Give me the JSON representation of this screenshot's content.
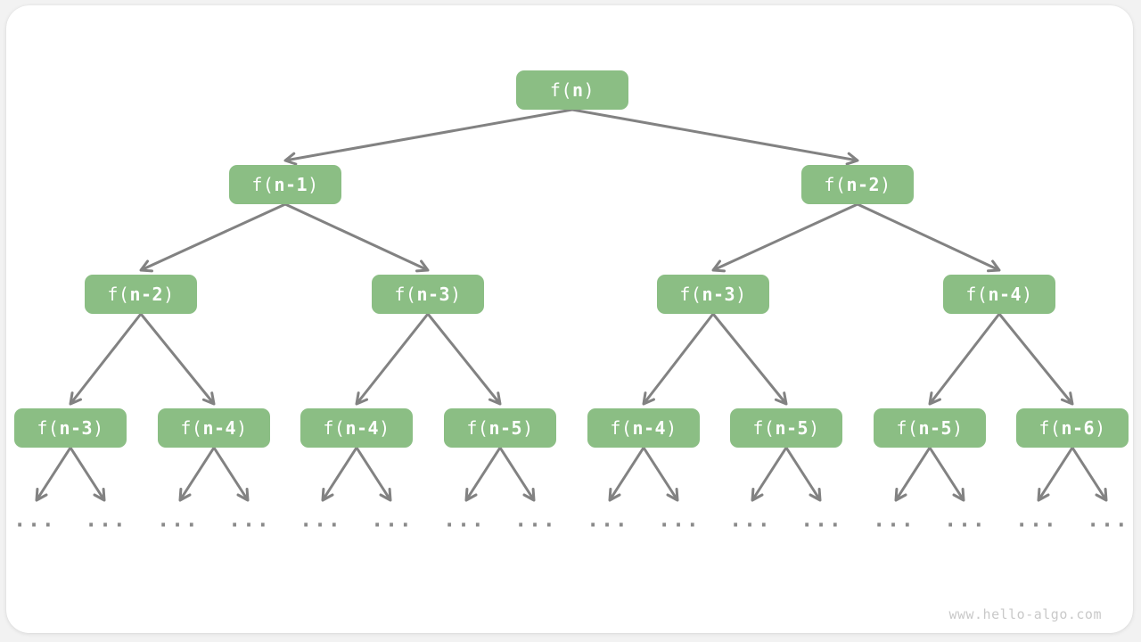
{
  "diagram": {
    "watermark": "www.hello-algo.com",
    "ellipsis": "...",
    "colors": {
      "page_background": "#F2F2F2",
      "canvas": "#FFFFFF",
      "node_fill": "#8BBE84",
      "node_text": "#FFFFFF",
      "edge": "#828282",
      "ellipsis_dots": "#8A8A8A",
      "watermark": "#C9C9C9"
    },
    "levels": [
      {
        "nodes": [
          {
            "label": "f(n)",
            "pre": "f(",
            "var": "n",
            "post": ")"
          }
        ]
      },
      {
        "nodes": [
          {
            "label": "f(n-1)",
            "pre": "f(",
            "var": "n-1",
            "post": ")"
          },
          {
            "label": "f(n-2)",
            "pre": "f(",
            "var": "n-2",
            "post": ")"
          }
        ]
      },
      {
        "nodes": [
          {
            "label": "f(n-2)",
            "pre": "f(",
            "var": "n-2",
            "post": ")"
          },
          {
            "label": "f(n-3)",
            "pre": "f(",
            "var": "n-3",
            "post": ")"
          },
          {
            "label": "f(n-3)",
            "pre": "f(",
            "var": "n-3",
            "post": ")"
          },
          {
            "label": "f(n-4)",
            "pre": "f(",
            "var": "n-4",
            "post": ")"
          }
        ]
      },
      {
        "nodes": [
          {
            "label": "f(n-3)",
            "pre": "f(",
            "var": "n-3",
            "post": ")"
          },
          {
            "label": "f(n-4)",
            "pre": "f(",
            "var": "n-4",
            "post": ")"
          },
          {
            "label": "f(n-4)",
            "pre": "f(",
            "var": "n-4",
            "post": ")"
          },
          {
            "label": "f(n-5)",
            "pre": "f(",
            "var": "n-5",
            "post": ")"
          },
          {
            "label": "f(n-4)",
            "pre": "f(",
            "var": "n-4",
            "post": ")"
          },
          {
            "label": "f(n-5)",
            "pre": "f(",
            "var": "n-5",
            "post": ")"
          },
          {
            "label": "f(n-5)",
            "pre": "f(",
            "var": "n-5",
            "post": ")"
          },
          {
            "label": "f(n-6)",
            "pre": "f(",
            "var": "n-6",
            "post": ")"
          }
        ]
      }
    ]
  }
}
